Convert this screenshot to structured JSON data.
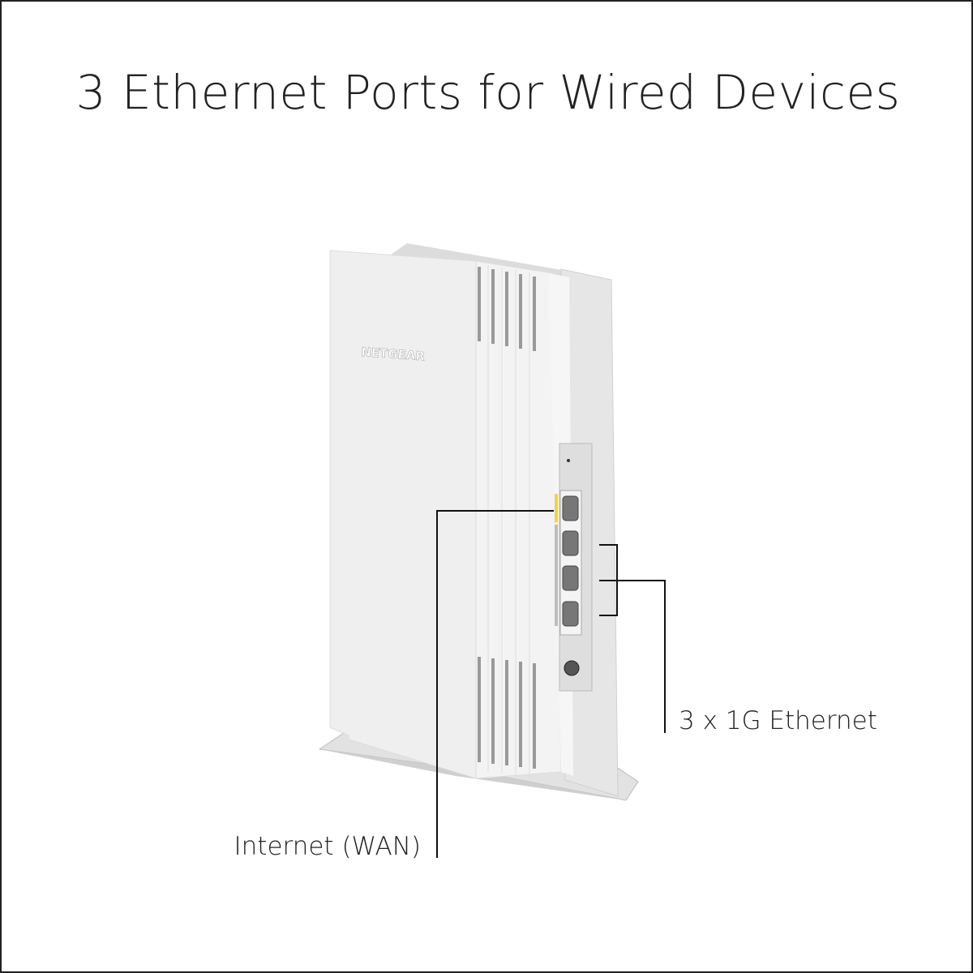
{
  "title": "3 Ethernet Ports for Wired Devices",
  "callouts": {
    "wan": "Internet (WAN)",
    "lan": "3 x 1G Ethernet"
  },
  "device": {
    "logo": "NETGEAR",
    "wan_port_color": "#f5d43a"
  }
}
